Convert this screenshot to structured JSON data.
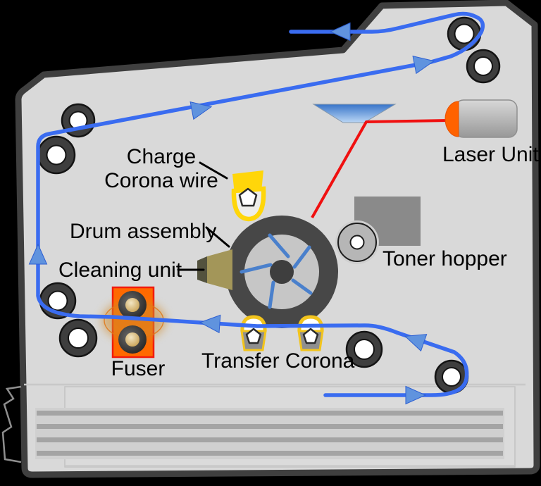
{
  "diagram": {
    "type": "laser-printer-cross-section",
    "labels": {
      "charge_line1": "Charge",
      "charge_line2": "Corona wire",
      "drum": "Drum assembly",
      "cleaning": "Cleaning unit",
      "laser": "Laser Unit",
      "toner": "Toner hopper",
      "fuser": "Fuser",
      "transfer": "Transfer Corona"
    },
    "colors": {
      "background": "#000000",
      "body": "#d9d9d9",
      "outline": "#3f3f3f",
      "paper_path": "#3a6cf0",
      "arrowhead": "#6093de",
      "laser_beam": "#f01010",
      "corona_yellow": "#ffd60a",
      "corona_yellow_deep": "#f2c41d",
      "fuser_orange": "#ff6900",
      "fuser_border": "#f21b0d",
      "fuser_glow": "#d18d2a",
      "drum_ring": "#474747",
      "drum_disc": "#c6c6c6",
      "drum_hub": "#3e3e3e",
      "drum_spokes": "#4a80cc",
      "cleaning_unit": "#a39659",
      "toner_hopper": "#8a8a8a",
      "laser_body": "#b8b8b8",
      "laser_tip": "#ff6200",
      "mirror_blue": "#3874c9",
      "roller_dark": "#3e3e3e"
    }
  }
}
